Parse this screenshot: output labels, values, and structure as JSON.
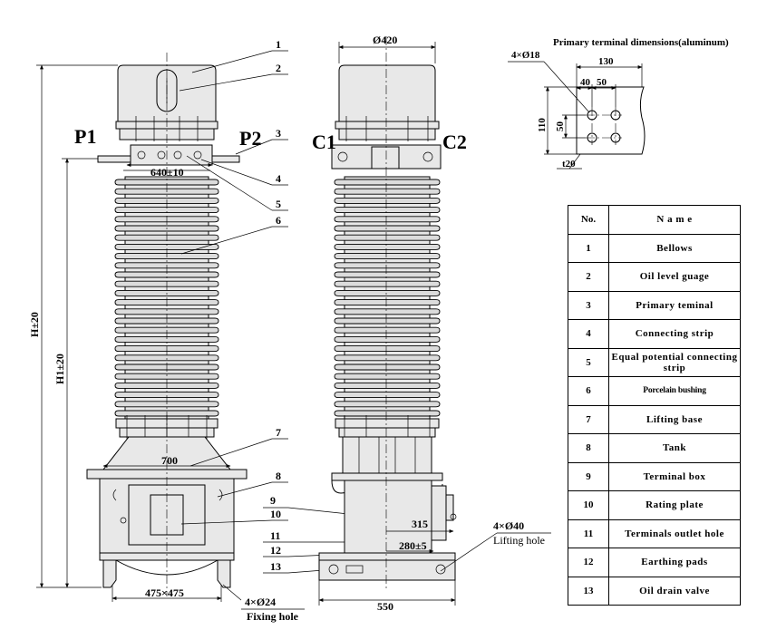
{
  "front_view": {
    "left_label": "P1",
    "right_label": "P2",
    "dim_strip": "640±10",
    "dim_lift": "700",
    "dim_base": "475×475",
    "dim_H": "H±20",
    "dim_H1": "H1±20",
    "fix_spec": "4×Ø24",
    "fix_label": "Fixing hole",
    "callouts": [
      "1",
      "2",
      "3",
      "4",
      "5",
      "6",
      "7",
      "8",
      "9",
      "10",
      "11",
      "12",
      "13"
    ]
  },
  "side_view": {
    "left_label": "C1",
    "right_label": "C2",
    "dim_top": "Ø420",
    "dim_315": "315",
    "dim_280": "280±5",
    "dim_550": "550",
    "lift_spec": "4×Ø40",
    "lift_label": "Lifting hole"
  },
  "terminal_detail": {
    "title": "Primary terminal dimensions(aluminum)",
    "holes": "4×Ø18",
    "dim_130": "130",
    "dim_40": "40",
    "dim_50h": "50",
    "dim_110": "110",
    "dim_50v": "50",
    "thickness": "t20"
  },
  "parts_table": {
    "header_no": "No.",
    "header_name": "N a m e",
    "rows": [
      {
        "no": "1",
        "name": "Bellows"
      },
      {
        "no": "2",
        "name": "Oil level guage"
      },
      {
        "no": "3",
        "name": "Primary teminal"
      },
      {
        "no": "4",
        "name": "Connecting strip"
      },
      {
        "no": "5",
        "name": "Equal potential connecting strip"
      },
      {
        "no": "6",
        "name": "Porcelain bushing"
      },
      {
        "no": "7",
        "name": "Lifting base"
      },
      {
        "no": "8",
        "name": "Tank"
      },
      {
        "no": "9",
        "name": "Terminal box"
      },
      {
        "no": "10",
        "name": "Rating plate"
      },
      {
        "no": "11",
        "name": "Terminals outlet hole"
      },
      {
        "no": "12",
        "name": "Earthing pads"
      },
      {
        "no": "13",
        "name": "Oil drain valve"
      }
    ]
  }
}
